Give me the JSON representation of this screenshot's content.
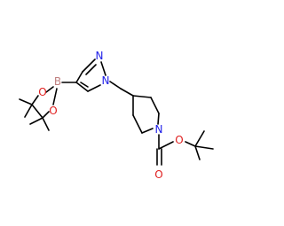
{
  "molecule": {
    "atom_labels": {
      "n_pyrazole_2": "N",
      "n_pyrazole_1": "N",
      "n_piperidine": "N",
      "boron": "B",
      "o_boronate_1": "O",
      "o_boronate_2": "O",
      "o_ester": "O",
      "o_carbonyl": "O"
    },
    "colors": {
      "bond": "#000000",
      "nitrogen": "#2020e8",
      "oxygen": "#e02020",
      "boron": "#c08080",
      "background": "#ffffff"
    }
  }
}
